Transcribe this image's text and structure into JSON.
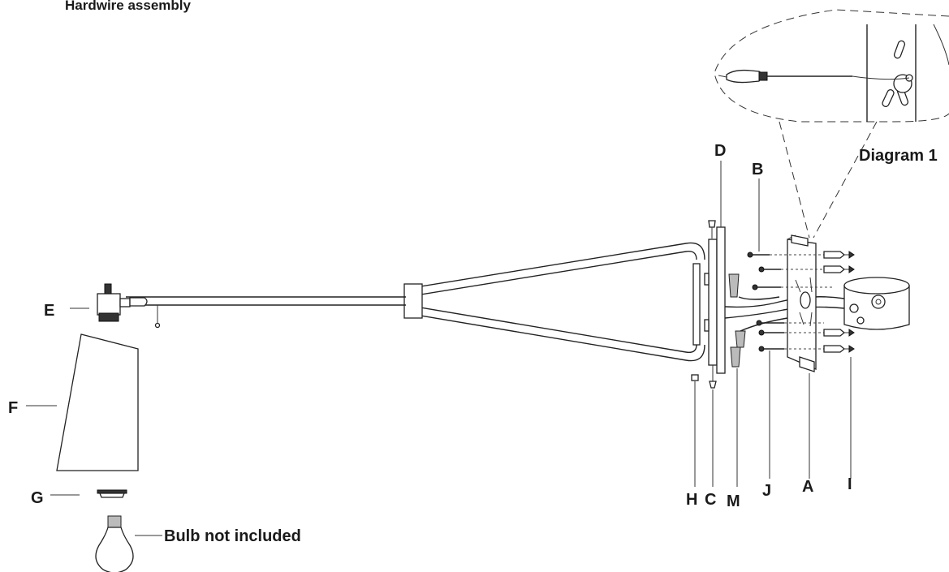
{
  "title": "Hardwire assembly",
  "diagram_label": "Diagram 1",
  "bulb_note": "Bulb not included",
  "parts": {
    "A": "A",
    "B": "B",
    "C": "C",
    "D": "D",
    "E": "E",
    "F": "F",
    "G": "G",
    "H": "H",
    "I": "I",
    "J": "J",
    "M": "M"
  }
}
